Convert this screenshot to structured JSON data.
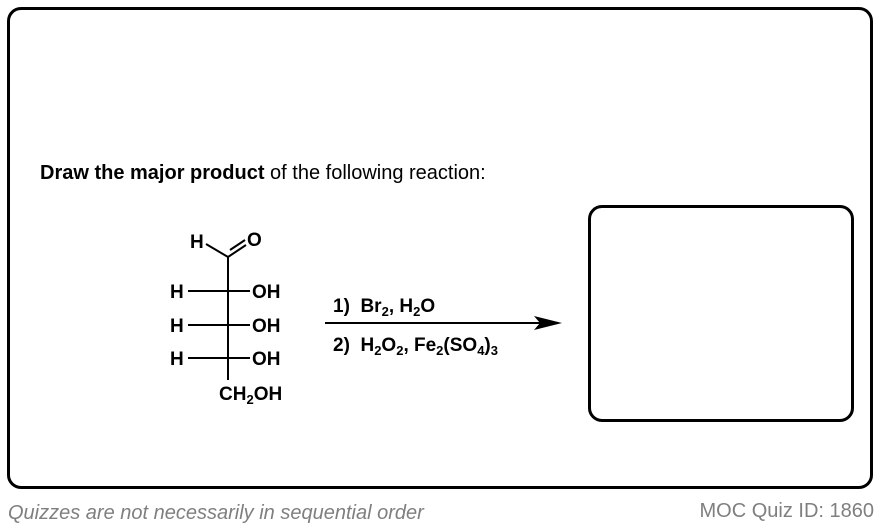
{
  "question": {
    "bold_part": "Draw the major product",
    "rest_part": " of the following reaction:"
  },
  "molecule": {
    "top_h": "H",
    "top_o": "O",
    "row_h": "H",
    "row_oh": "OH",
    "bottom_ch2oh_c": "CH",
    "bottom_ch2oh_2": "2",
    "bottom_ch2oh_oh": "OH"
  },
  "reagents": {
    "step1_num": "1)",
    "step2_num": "2)"
  },
  "footer": {
    "left": "Quizzes are not necessarily in sequential order",
    "right": "MOC Quiz ID: 1860"
  }
}
